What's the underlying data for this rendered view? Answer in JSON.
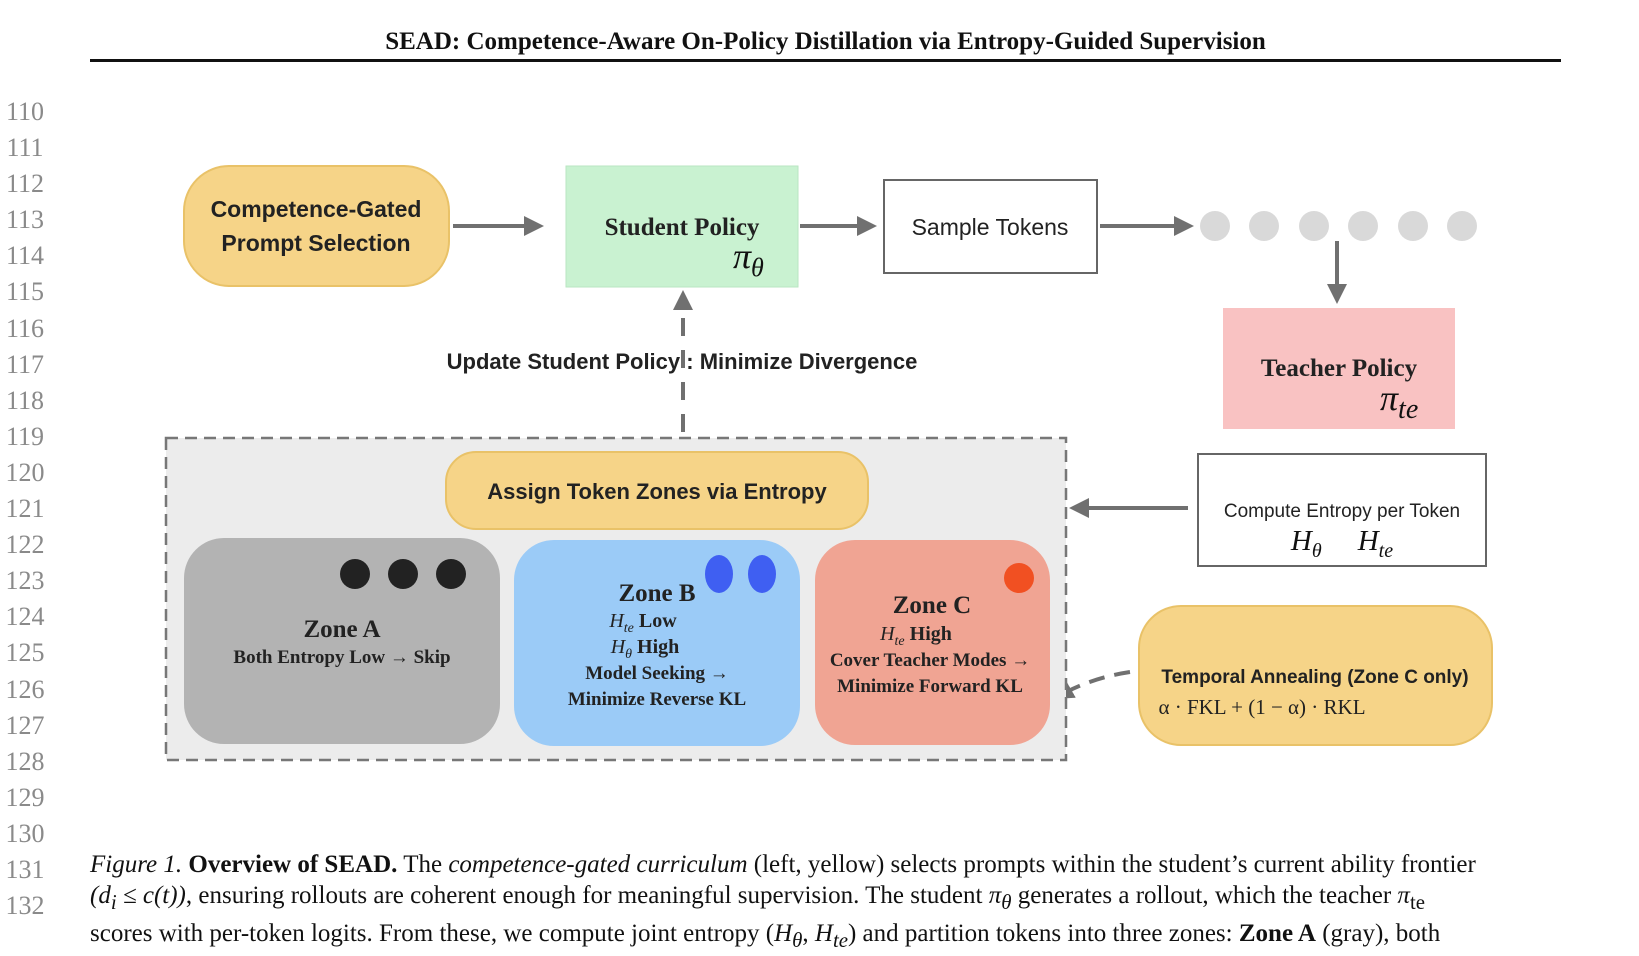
{
  "header": {
    "title": "SEAD: Competence-Aware On-Policy Distillation via Entropy-Guided Supervision"
  },
  "line_numbers": [
    "110",
    "111",
    "112",
    "113",
    "114",
    "115",
    "116",
    "117",
    "118",
    "119",
    "120",
    "121",
    "122",
    "123",
    "124",
    "125",
    "126",
    "127",
    "128",
    "129",
    "130",
    "131",
    "132"
  ],
  "diagram": {
    "prompt_selection": {
      "line1": "Competence-Gated",
      "line2": "Prompt Selection"
    },
    "student_policy": {
      "label": "Student Policy",
      "symbol": "π",
      "subscript": "θ"
    },
    "sample_tokens": {
      "label": "Sample Tokens"
    },
    "teacher_policy": {
      "label": "Teacher Policy",
      "symbol": "π",
      "subscript": "te"
    },
    "update_label": "Update Student Policy : Minimize Divergence",
    "assign_zones": {
      "label": "Assign Token Zones via Entropy"
    },
    "compute_entropy": {
      "label": "Compute Entropy per Token",
      "h_student": "θ",
      "h_teacher": "te"
    },
    "zone_a": {
      "title": "Zone A",
      "line1": "Both Entropy Low",
      "line1_end": "Skip"
    },
    "zone_b": {
      "title": "Zone B",
      "h1_sub": "te",
      "h1_text": "Low",
      "h2_sub": "θ",
      "h2_text": "High",
      "line3": "Model Seeking",
      "line4": "Minimize Reverse KL"
    },
    "zone_c": {
      "title": "Zone C",
      "h1_sub": "te",
      "h1_text": "High",
      "line2": "Cover Teacher Modes",
      "line3": "Minimize Forward KL"
    },
    "annealing": {
      "label": "Temporal Annealing (Zone C only)",
      "formula": "α · FKL + (1 − α) · RKL"
    },
    "colors": {
      "yellow": "#f6d488",
      "yellow_border": "#e9c268",
      "green": "#c9f2d1",
      "pink": "#f9c2c2",
      "zone_a": "#b3b3b3",
      "zone_b": "#9bcbf7",
      "zone_c": "#f0a493",
      "dot_gray": "#d9d9d9",
      "dot_black": "#222222",
      "dot_blue": "#3f5ff2",
      "dot_red": "#f15022",
      "arrow": "#707070",
      "panel": "#ececec"
    }
  },
  "caption": {
    "fig_label": "Figure 1.",
    "title": "Overview of SEAD.",
    "s1_a": "The",
    "s1_em": "competence-gated curriculum",
    "s1_b": "(left, yellow) selects prompts within the student’s current ability frontier",
    "s2_math": "(d",
    "s2_sub": "i",
    "s2_math2": " ≤ c(t))",
    "s2_b": ", ensuring rollouts are coherent enough for meaningful supervision. The student",
    "s2_pi": "π",
    "s2_pi_sub": "θ",
    "s2_c": "generates a rollout, which the teacher",
    "s2_pi2": "π",
    "s2_pi2_sub": "te",
    "s3_a": "scores with per-token logits. From these, we compute joint entropy (",
    "s3_h1": "H",
    "s3_h1_sub": "θ",
    "s3_comma": ", ",
    "s3_h2": "H",
    "s3_h2_sub": "te",
    "s3_b": ") and partition tokens into three zones:",
    "s3_zone": "Zone A",
    "s3_c": "(gray), both"
  }
}
